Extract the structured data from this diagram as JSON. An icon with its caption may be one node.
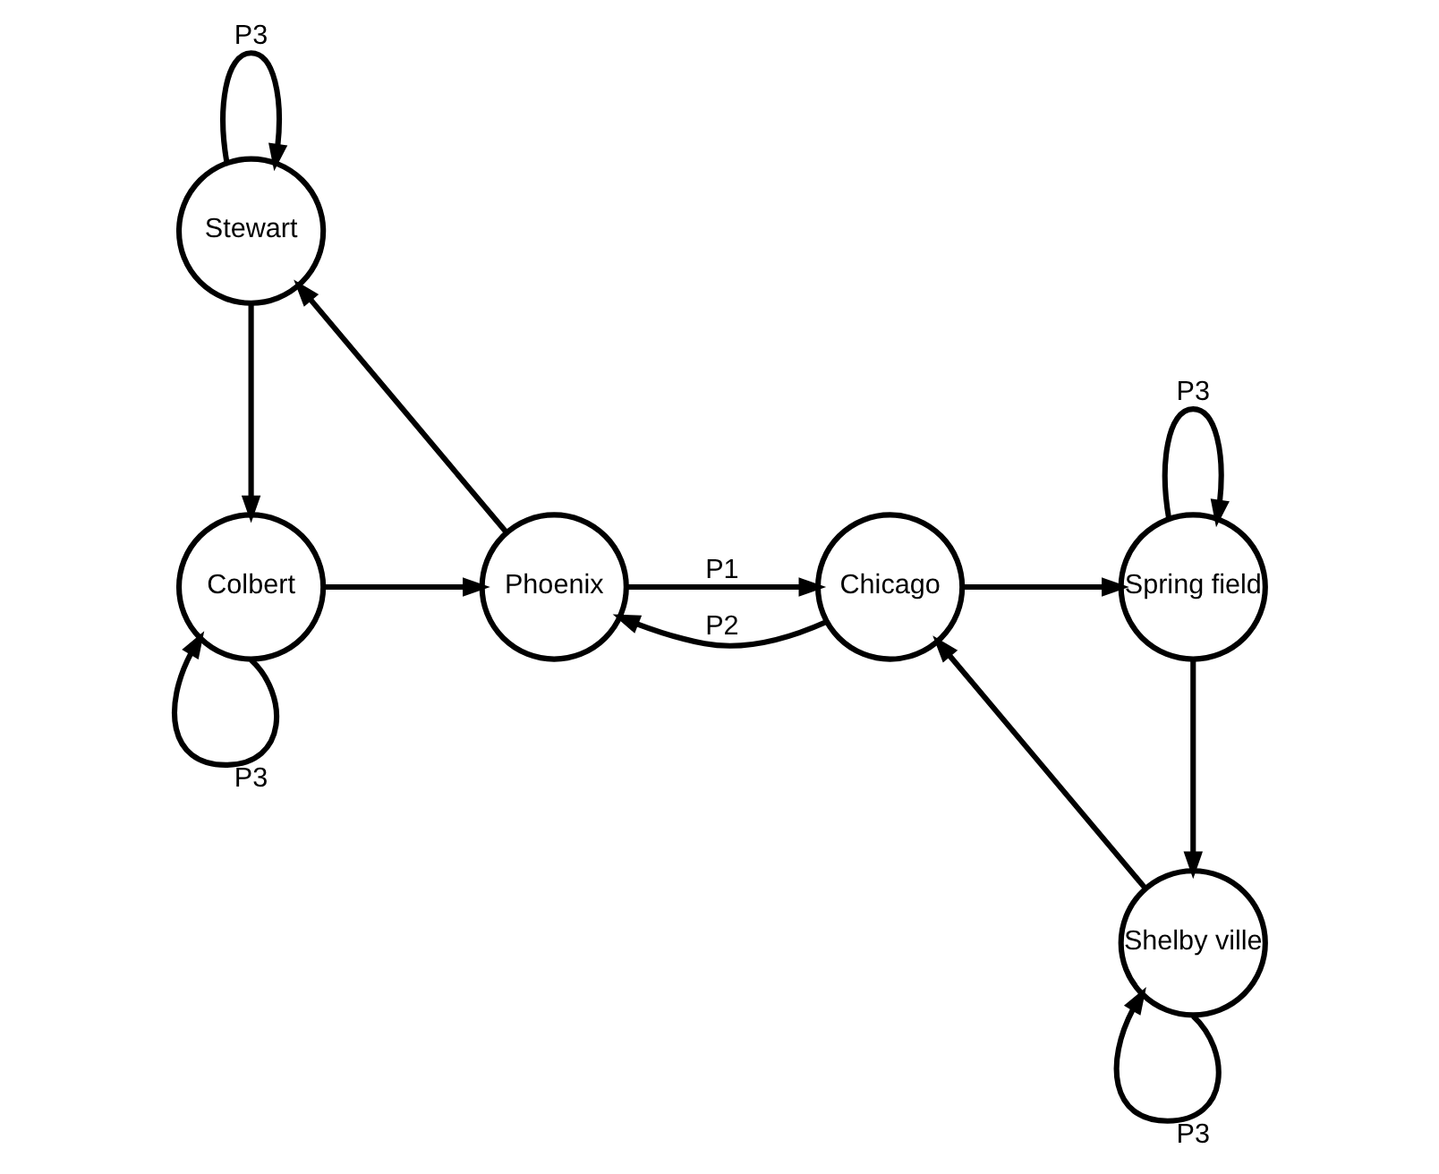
{
  "diagram": {
    "nodes": [
      {
        "text": [
          "Stewart"
        ]
      },
      {
        "text": [
          "Phoenix"
        ]
      },
      {
        "text": [
          "Colbert"
        ]
      },
      {
        "text": [
          "Chicago"
        ]
      },
      {
        "text": [
          "Spring field"
        ]
      },
      {
        "text": [
          "Shelby ville"
        ]
      }
    ],
    "edges": [
      {
        "from": 0,
        "to": 0,
        "arrow": "to",
        "label": "P3"
      },
      {
        "from": 1,
        "to": 0,
        "arrow": "to"
      },
      {
        "from": 0,
        "to": 2,
        "arrow": "to"
      },
      {
        "from": 2,
        "to": 1,
        "arrow": "to"
      },
      {
        "from": 2,
        "to": 2,
        "arrow": "to",
        "label": "P3"
      },
      {
        "from": 1,
        "to": 3,
        "arrow": "to",
        "label": "P1"
      },
      {
        "from": 3,
        "to": 1,
        "arrow": "to",
        "label": "P2"
      },
      {
        "from": 3,
        "to": 4,
        "arrow": "to"
      },
      {
        "from": 4,
        "to": 4,
        "arrow": "to",
        "label": "P3"
      },
      {
        "from": 4,
        "to": 5,
        "arrow": "to"
      },
      {
        "from": 5,
        "to": 3,
        "arrow": "to"
      },
      {
        "from": 5,
        "to": 5,
        "arrow": "to",
        "label": "P3"
      }
    ]
  }
}
